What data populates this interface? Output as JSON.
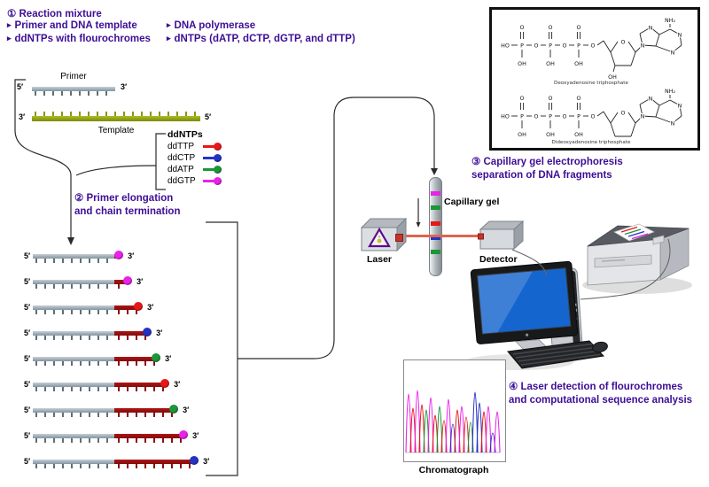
{
  "palette": {
    "heading": "#3d0e96",
    "T": "#e81717",
    "C": "#2433c4",
    "A": "#1c9638",
    "G": "#e822e8",
    "primer_gray": "#8d9dab",
    "template_olive": "#8f9d13",
    "extension_red": "#9c1212",
    "beam": "#e2644c"
  },
  "header": {
    "bullet_glyph": "▸",
    "step1": "① Reaction mixture",
    "bullet1": "Primer and DNA template",
    "bullet2": "DNA polymerase",
    "bullet3": "ddNTPs with flourochromes",
    "bullet4": "dNTPs (dATP, dCTP, dGTP, and dTTP)"
  },
  "primer_template": {
    "primer_label": "Primer",
    "template_label": "Template",
    "primer_five": "5′",
    "primer_three": "3′",
    "template_three": "3′",
    "template_five": "5′"
  },
  "legend": {
    "title": "ddNTPs",
    "items": [
      {
        "label": "ddTTP",
        "base": "T"
      },
      {
        "label": "ddCTP",
        "base": "C"
      },
      {
        "label": "ddATP",
        "base": "A"
      },
      {
        "label": "ddGTP",
        "base": "G"
      }
    ]
  },
  "step2": {
    "line1": "② Primer elongation",
    "line2": "and chain termination"
  },
  "products": {
    "five": "5′",
    "three": "3′",
    "rows": [
      {
        "ext": 5,
        "base": "G"
      },
      {
        "ext": 15,
        "base": "G"
      },
      {
        "ext": 27,
        "base": "T"
      },
      {
        "ext": 37,
        "base": "C"
      },
      {
        "ext": 47,
        "base": "A"
      },
      {
        "ext": 57,
        "base": "T"
      },
      {
        "ext": 67,
        "base": "A"
      },
      {
        "ext": 78,
        "base": "G"
      },
      {
        "ext": 90,
        "base": "C"
      }
    ]
  },
  "electrophoresis": {
    "step3_line1": "③ Capillary gel electrophoresis",
    "step3_line2": "separation of DNA fragments",
    "capillary_label": "Capillary gel",
    "laser_label": "Laser",
    "detector_label": "Detector",
    "bands": [
      "G",
      "A",
      "T",
      "C",
      "A"
    ]
  },
  "structures": {
    "caption_top": "Deoxyadenosine triphosphate",
    "caption_bottom": "Dideoxyadenosine triphosphate",
    "labels": {
      "ho": "HO",
      "p": "P",
      "o": "O",
      "oh": "OH",
      "nh2": "NH₂",
      "n": "N"
    }
  },
  "analysis": {
    "step4_line1": "④ Laser detection of flourochromes",
    "step4_line2": "and computational sequence analysis",
    "chromatograph_label": "Chromatograph",
    "peaks": [
      {
        "base": "G",
        "h": 66
      },
      {
        "base": "T",
        "h": 50
      },
      {
        "base": "G",
        "h": 70
      },
      {
        "base": "T",
        "h": 54
      },
      {
        "base": "A",
        "h": 48
      },
      {
        "base": "G",
        "h": 62
      },
      {
        "base": "T",
        "h": 42
      },
      {
        "base": "A",
        "h": 52
      },
      {
        "base": "T",
        "h": 36
      },
      {
        "base": "G",
        "h": 60
      },
      {
        "base": "C",
        "h": 32
      },
      {
        "base": "T",
        "h": 48
      },
      {
        "base": "G",
        "h": 52
      },
      {
        "base": "T",
        "h": 40
      },
      {
        "base": "A",
        "h": 34
      },
      {
        "base": "C",
        "h": 68
      },
      {
        "base": "C",
        "h": 56
      },
      {
        "base": "T",
        "h": 46
      },
      {
        "base": "G",
        "h": 52
      },
      {
        "base": "C",
        "h": 22
      },
      {
        "base": "G",
        "h": 46
      }
    ]
  }
}
